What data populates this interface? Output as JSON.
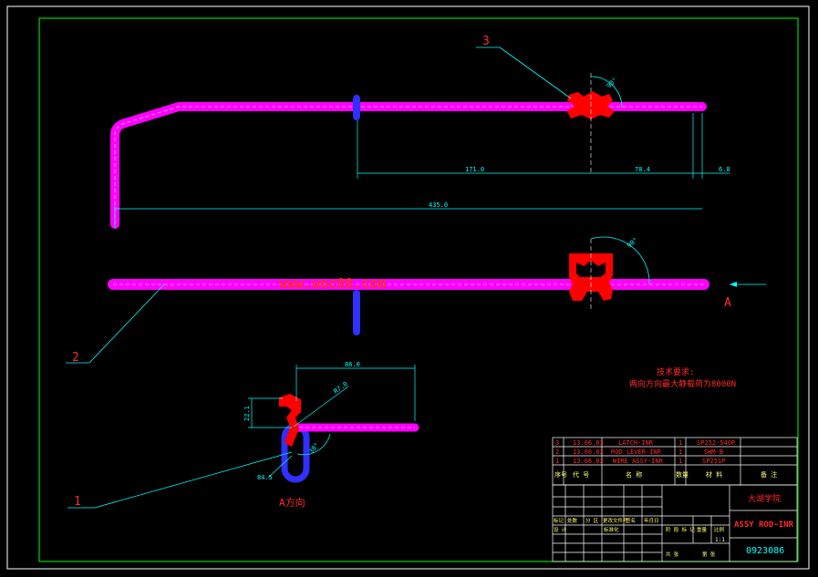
{
  "drawing": {
    "part_labels": {
      "p1": "1",
      "p2": "2",
      "p3": "3",
      "view_a": "A",
      "view_a_title": "A方向"
    },
    "dimensions": {
      "d171": "171.0",
      "d784": "78.4",
      "d68": "6.8",
      "d435": "435.0",
      "angle_top": "90°",
      "angle_mid": "90°",
      "d860": "86.0",
      "d221": "22.1",
      "r470": "R7.0",
      "d845": "84.5",
      "a38": "38°"
    },
    "watermark": "www.woc88.com",
    "technical": {
      "title": "技术要求:",
      "line1": "两向方向最大静载荷为8000N"
    },
    "colors": {
      "rod": "#ff00ff",
      "clip": "#ff0000",
      "pin": "#3030ff",
      "dim": "#00ffff",
      "frame": "#ffffff",
      "border": "#00ff00"
    }
  },
  "title_block": {
    "bom": [
      {
        "no": "3",
        "date": "13.06.03",
        "name": "LATCH-INR",
        "qty": "1",
        "material": "SP252-540P"
      },
      {
        "no": "2",
        "date": "13.06.02",
        "name": "ROD LEVER-INR",
        "qty": "1",
        "material": "SWM-B"
      },
      {
        "no": "1",
        "date": "13.06.02",
        "name": "WIRE ASSY-INR",
        "qty": "1",
        "material": "SP251P"
      }
    ],
    "bom_header": {
      "no": "序号",
      "code": "代 号",
      "name": "名 称",
      "qty": "数量",
      "material": "材 料",
      "remark": "备 注"
    },
    "school": "大湖学院",
    "drawing_name": "ASSY ROD-INR",
    "drawing_no": "0923086",
    "scale": "1:1",
    "labels": {
      "mark": "标记",
      "count": "处数",
      "zone": "分 区",
      "change_doc": "更改文件号",
      "sign": "签名",
      "date": "年月日",
      "designer": "设 计",
      "standard": "标准化",
      "stage_mark": "阶 段 标 记",
      "weight": "重量",
      "scale_lbl": "比例",
      "total": "共 张",
      "sheet": "第 张"
    }
  }
}
